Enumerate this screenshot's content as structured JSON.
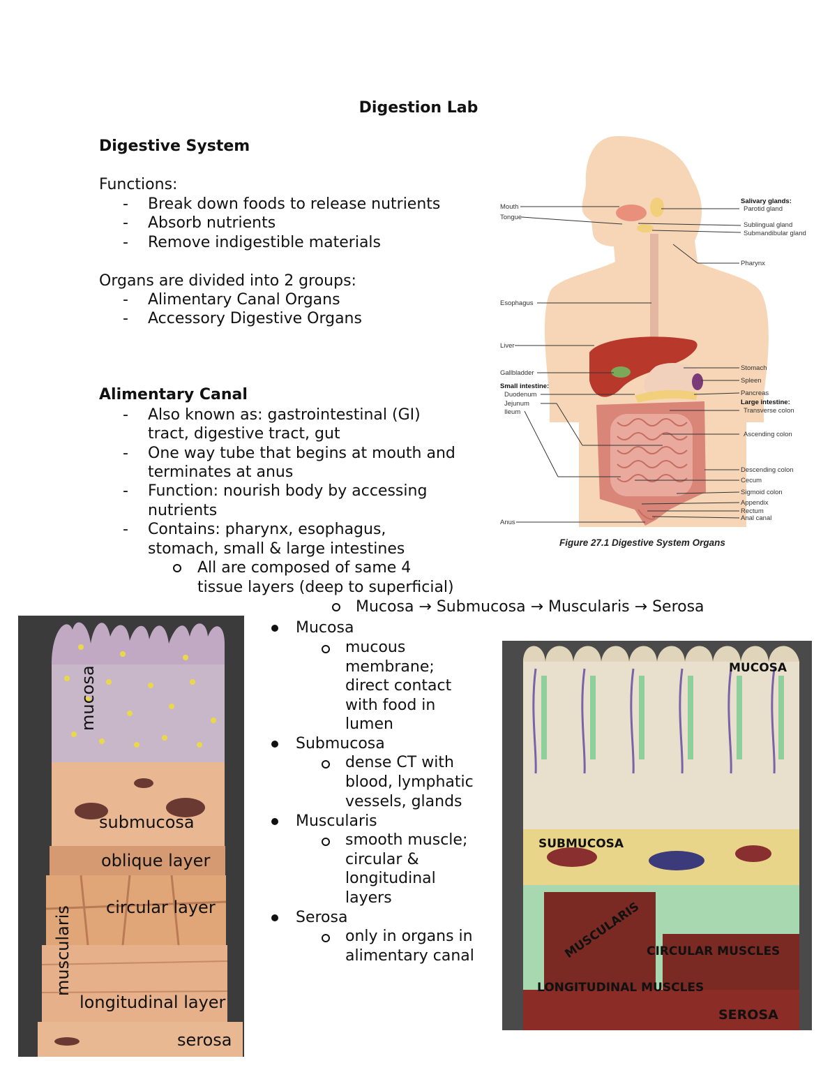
{
  "title": "Digestion Lab",
  "section1": {
    "heading": "Digestive System",
    "functions_label": "Functions:",
    "functions": [
      "Break down foods to release nutrients",
      "Absorb nutrients",
      "Remove indigestible materials"
    ],
    "groups_label": "Organs are divided into 2 groups:",
    "groups": [
      "Alimentary Canal Organs",
      "Accessory Digestive Organs"
    ]
  },
  "section2": {
    "heading": "Alimentary Canal",
    "bullets": [
      [
        "Also known as: gastrointestinal (GI)",
        "tract, digestive tract, gut"
      ],
      [
        "One way tube that begins at mouth and",
        "terminates at anus"
      ],
      [
        "Function: nourish body by accessing",
        "nutrients"
      ],
      [
        "Contains: pharynx, esophagus,",
        "stomach, small & large intestines"
      ]
    ],
    "sub_bullet": [
      "All are composed of same 4",
      "tissue layers (deep to superficial)"
    ],
    "layer_order": "Mucosa → Submucosa → Muscularis → Serosa"
  },
  "layers": [
    {
      "name": "Mucosa",
      "desc": [
        "mucous",
        "membrane;",
        "direct contact",
        "with food in",
        "lumen"
      ]
    },
    {
      "name": "Submucosa",
      "desc": [
        "dense CT with",
        "blood, lymphatic",
        "vessels, glands"
      ]
    },
    {
      "name": "Muscularis",
      "desc": [
        "smooth muscle;",
        "circular &",
        "longitudinal",
        "layers"
      ]
    },
    {
      "name": "Serosa",
      "desc": [
        "only in organs in",
        "alimentary canal"
      ]
    }
  ],
  "figure": {
    "caption": "Figure 27.1 Digestive System Organs",
    "left_labels": [
      "Mouth",
      "Tongue",
      "Esophagus",
      "Liver",
      "Gallbladder",
      "Small intestine:",
      "Duodenum",
      "Jejunum",
      "Ileum",
      "Anus"
    ],
    "right_labels": [
      "Salivary glands:",
      "Parotid gland",
      "Sublingual gland",
      "Submandibular gland",
      "Pharynx",
      "Stomach",
      "Spleen",
      "Pancreas",
      "Large intestine:",
      "Transverse colon",
      "Ascending colon",
      "Descending colon",
      "Cecum",
      "Sigmoid colon",
      "Appendix",
      "Rectum",
      "Anal canal"
    ]
  },
  "photo_left_labels": [
    "mucosa",
    "submucosa",
    "oblique layer",
    "circular layer",
    "muscularis",
    "longitudinal layer",
    "serosa"
  ],
  "photo_right_labels": [
    "MUCOSA",
    "SUBMUCOSA",
    "MUSCULARIS",
    "CIRCULAR MUSCLES",
    "LONGITUDINAL MUSCLES",
    "SEROSA"
  ]
}
